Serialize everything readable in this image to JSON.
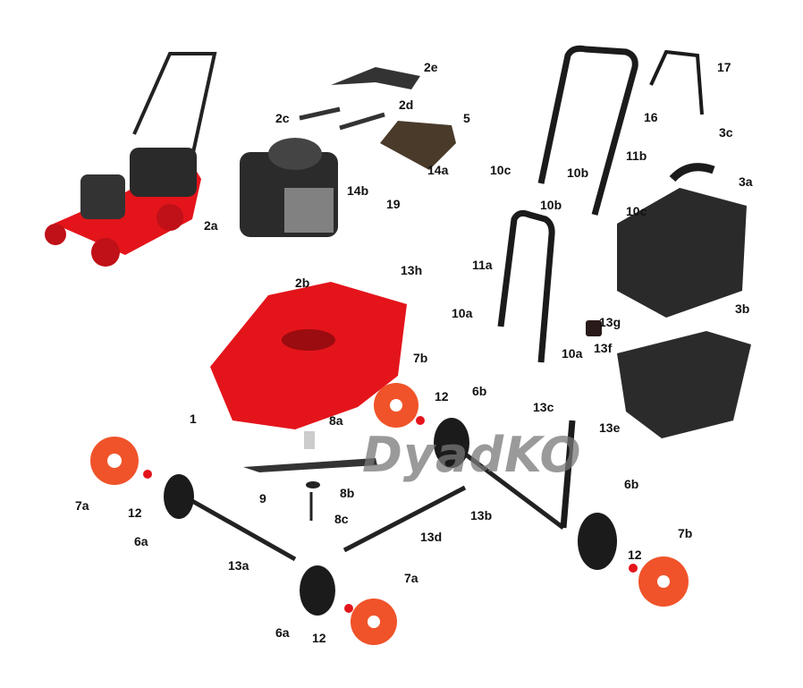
{
  "title": "Lawn mower exploded parts diagram",
  "watermark": "DyadKO",
  "labels": [
    "2e",
    "2c",
    "2d",
    "5",
    "14a",
    "14b",
    "19",
    "2a",
    "2b",
    "13h",
    "1",
    "7b",
    "12",
    "6b",
    "8a",
    "9",
    "8b",
    "8c",
    "7a",
    "12",
    "6a",
    "13a",
    "13d",
    "7a",
    "6a",
    "12",
    "13b",
    "6b",
    "12",
    "7b",
    "13c",
    "13e",
    "13f",
    "13g",
    "10a",
    "10a",
    "11a",
    "10b",
    "10b",
    "10c",
    "10c",
    "11b",
    "16",
    "17",
    "3c",
    "3a",
    "3b"
  ],
  "colors": {
    "red": "#e4141b",
    "black": "#1b1b1b",
    "orange": "#f0532a",
    "grey": "#6e6e6e"
  }
}
